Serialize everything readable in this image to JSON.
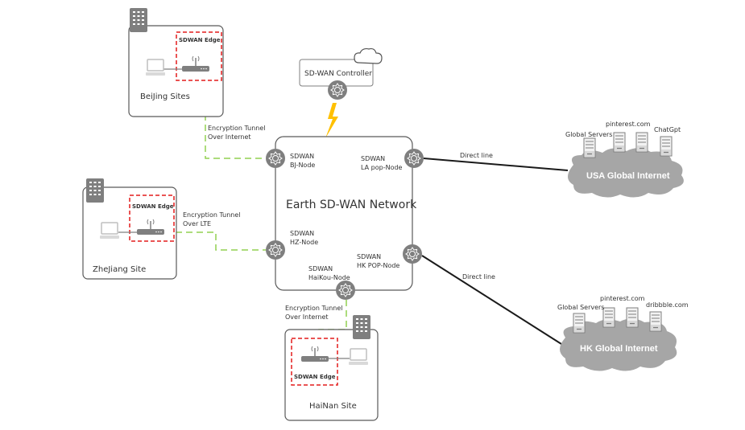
{
  "controller": {
    "label": "SD-WAN Controller"
  },
  "network": {
    "title": "Earth SD-WAN Network"
  },
  "nodes": [
    {
      "id": "bj",
      "line1": "SDWAN",
      "line2": "BJ-Node"
    },
    {
      "id": "la",
      "line1": "SDWAN",
      "line2": "LA pop-Node"
    },
    {
      "id": "hz",
      "line1": "SDWAN",
      "line2": "HZ-Node"
    },
    {
      "id": "hk",
      "line1": "SDWAN",
      "line2": "HK POP-Node"
    },
    {
      "id": "haikou",
      "line1": "SDWAN",
      "line2": "HaiKou-Node"
    }
  ],
  "sites": [
    {
      "id": "beijing",
      "name": "BeiJing Sites",
      "edge_label": "SDWAN Edge"
    },
    {
      "id": "zhejiang",
      "name": "ZheJiang Site",
      "edge_label": "SDWAN Edge"
    },
    {
      "id": "hainan",
      "name": "HaiNan  Site",
      "edge_label": "SDWAN Edge"
    }
  ],
  "tunnels": {
    "beijing": {
      "line1": "Encryption Tunnel",
      "line2": "Over Internet"
    },
    "zhejiang": {
      "line1": "Encryption Tunnel",
      "line2": "Over LTE"
    },
    "hainan": {
      "line1": "Encryption Tunnel",
      "line2": "Over Internet"
    }
  },
  "links": {
    "usa": "Direct line",
    "hk": "Direct line"
  },
  "clouds": {
    "usa": {
      "label": "USA Global Internet",
      "servers": [
        "Global Servers",
        "pinterest.com",
        "ChatGpt"
      ]
    },
    "hk": {
      "label": "HK Global Internet",
      "servers": [
        "Global Servers",
        "pinterest.com",
        "dribbble.com"
      ]
    }
  },
  "colors": {
    "tunnel": "#92d050",
    "edge_box": "#e31b1b",
    "node": "#7f7f7f",
    "cloud": "#a6a6a6",
    "lightning": "#ffc000"
  }
}
